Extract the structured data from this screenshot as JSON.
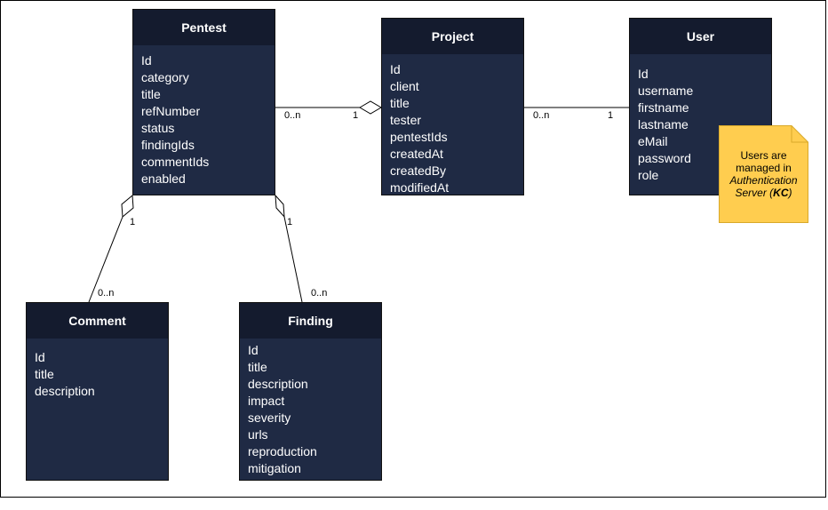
{
  "entities": {
    "pentest": {
      "title": "Pentest",
      "fields": [
        "Id",
        "category",
        "title",
        "refNumber",
        "status",
        "findingIds",
        "commentIds",
        "enabled"
      ]
    },
    "project": {
      "title": "Project",
      "fields": [
        "Id",
        "client",
        "title",
        "tester",
        "pentestIds",
        "createdAt",
        "createdBy",
        "modifiedAt"
      ]
    },
    "user": {
      "title": "User",
      "fields": [
        "Id",
        "username",
        "firstname",
        "lastname",
        "eMail",
        "password",
        "role"
      ]
    },
    "comment": {
      "title": "Comment",
      "fields": [
        "Id",
        "title",
        "description"
      ]
    },
    "finding": {
      "title": "Finding",
      "fields": [
        "Id",
        "title",
        "description",
        "impact",
        "severity",
        "urls",
        "reproduction",
        "mitigation"
      ]
    }
  },
  "multiplicities": {
    "pentest_project_many": "0..n",
    "pentest_project_one": "1",
    "project_user_many": "0..n",
    "project_user_one": "1",
    "pentest_comment_one": "1",
    "pentest_comment_many": "0..n",
    "pentest_finding_one": "1",
    "pentest_finding_many": "0..n"
  },
  "note": {
    "line1": "Users are",
    "line2": "managed in",
    "line3": "Authentication",
    "line4_prefix": "Server (",
    "line4_bold": "KC",
    "line4_suffix": ")",
    "fill_color": "#ffcd4f"
  },
  "colors": {
    "entity_body": "#1f2a44",
    "entity_header": "#141b2e",
    "entity_text": "#ffffff"
  }
}
